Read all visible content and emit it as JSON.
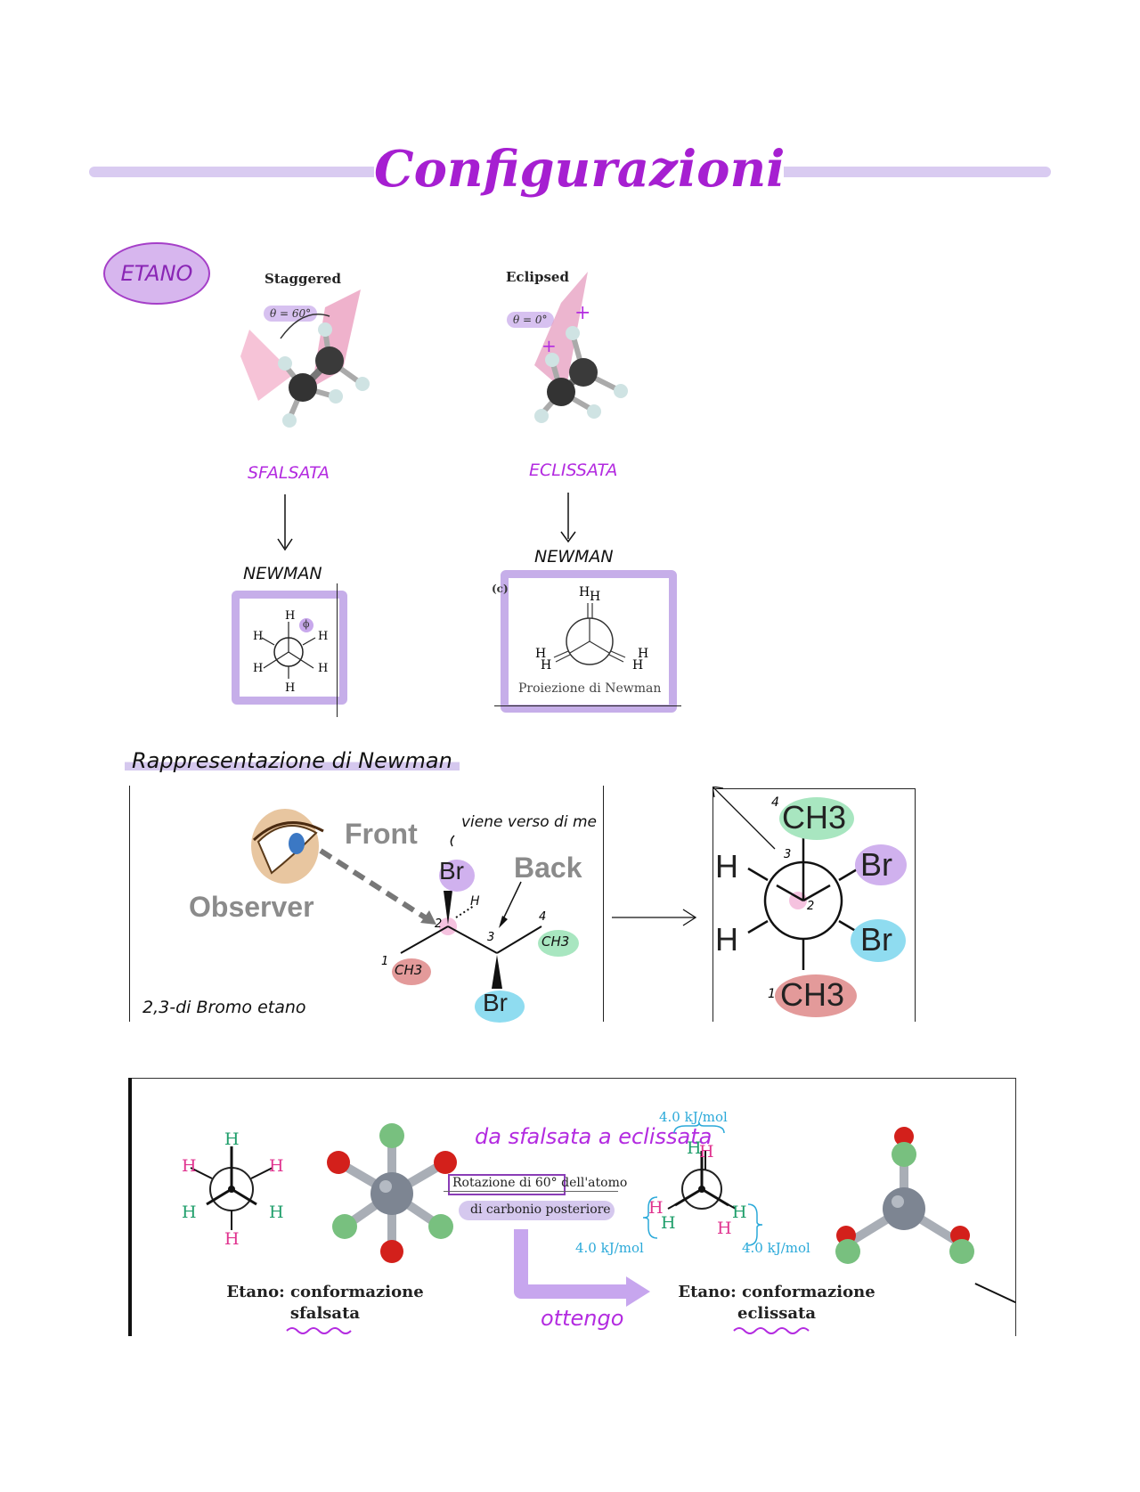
{
  "title": "Configurazioni",
  "etano_badge": "ETANO",
  "staggered": {
    "label": "Staggered",
    "theta": "θ = 60°",
    "italian": "SFALSATA",
    "newman": "NEWMAN",
    "phi": "ϕ",
    "atoms": {
      "top": "H",
      "upper_left": "H",
      "upper_right": "H",
      "lower_left": "H",
      "lower_right": "H",
      "bottom": "H"
    }
  },
  "eclipsed": {
    "label": "Eclipsed",
    "theta": "θ = 0°",
    "italian": "ECLISSATA",
    "newman": "NEWMAN",
    "panel_tag": "(c)",
    "caption": "Proiezione di Newman",
    "atoms": {
      "top_a": "H",
      "top_b": "H",
      "left_a": "H",
      "left_b": "H",
      "right_a": "H",
      "right_b": "H"
    }
  },
  "newman_section": {
    "heading": "Rappresentazione di Newman",
    "front": "Front",
    "back": "Back",
    "observer": "Observer",
    "note": "viene verso di me",
    "compound": "2,3-di Bromo etano",
    "left_molecule": {
      "br_top": "Br",
      "br_bottom": "Br",
      "h_wedge": "H",
      "ch3_left": "CH3",
      "ch3_right": "CH3",
      "num_1": "1",
      "num_2": "2",
      "num_3": "3",
      "num_4": "4"
    },
    "right_projection": {
      "ch3_top": "CH3",
      "ch3_bottom": "CH3",
      "br_right_top": "Br",
      "br_right_bottom": "Br",
      "h_left_top": "H",
      "h_left_bottom": "H",
      "num_4": "4",
      "num_3": "3",
      "num_2": "2",
      "num_1": "1"
    },
    "colors": {
      "green": "#a8e6c0",
      "purple": "#d0b1ee",
      "red": "#e39a9a",
      "blue": "#8fdcf0"
    }
  },
  "conformation_section": {
    "handwritten_top": "da sfalsata a eclissata",
    "rotation_line1": "Rotazione di 60° dell'atomo",
    "rotation_line2": "di carbonio posteriore",
    "energy_top": "4.0 kJ/mol",
    "energy_left": "4.0 kJ/mol",
    "energy_right": "4.0 kJ/mol",
    "ottengo": "ottengo",
    "staggered_caption_1": "Etano: conformazione",
    "staggered_caption_2": "sfalsata",
    "eclipsed_caption_1": "Etano: conformazione",
    "eclipsed_caption_2": "eclissata",
    "staggered_atoms": {
      "top": "H",
      "upper_left": "H",
      "upper_right": "H",
      "lower_left": "H",
      "lower_right": "H",
      "bottom": "H"
    },
    "eclipsed_atoms": {
      "top_a": "H",
      "top_b": "H",
      "left_a": "H",
      "left_b": "H",
      "right_a": "H",
      "right_b": "H"
    },
    "colors": {
      "pink_h": "#e0338f",
      "green_h": "#1e9e6a",
      "carbon": "#7d8592",
      "oxygen_red": "#d3201b",
      "green_ball": "#78c07f"
    }
  }
}
